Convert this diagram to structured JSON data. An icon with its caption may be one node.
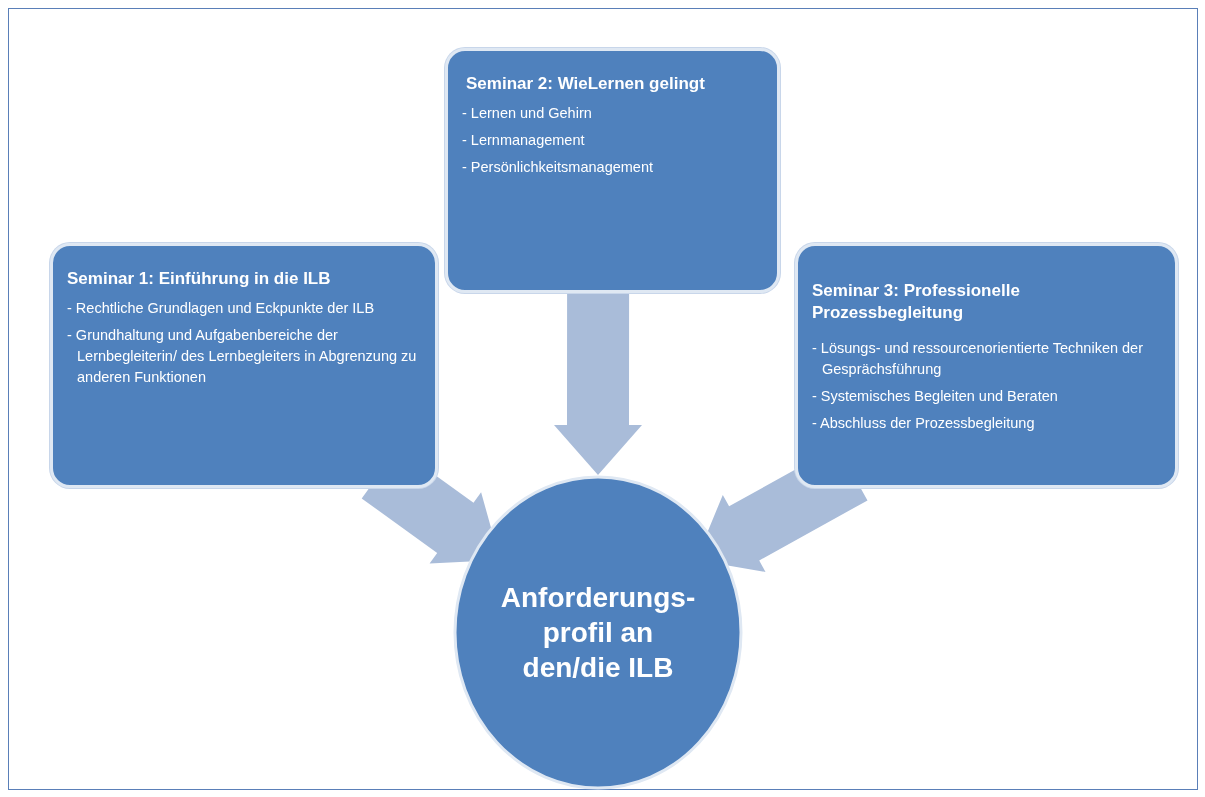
{
  "diagram": {
    "nodes": [
      {
        "text": [
          "Seminar 1: Einführung in die ILB",
          "- Rechtliche Grundlagen und Eckpunkte der ILB",
          "- Grundhaltung und Aufgabenbereiche der Lernbegleiterin/ des Lernbegleiters in Abgrenzung zu anderen Funktionen"
        ]
      },
      {
        "text": [
          "Seminar 2: WieLernen gelingt",
          "- Lernen und Gehirn",
          "- Lernmanagement",
          "- Persönlichkeitsmanagement"
        ]
      },
      {
        "text": [
          "Seminar 3: Professionelle Prozessbegleitung",
          "- Lösungs- und ressourcenorientierte Techniken der Gesprächsführung",
          "- Systemisches Begleiten und Beraten",
          "- Abschluss der Prozessbegleitung"
        ]
      },
      {
        "text": [
          "Anforderungs- profil an den/die ILB"
        ]
      }
    ],
    "edges": [
      {
        "from": 1,
        "to": 3,
        "arrow": "to"
      },
      {
        "from": 0,
        "to": 3,
        "arrow": "to"
      },
      {
        "from": 2,
        "to": 3,
        "arrow": "to"
      }
    ]
  }
}
